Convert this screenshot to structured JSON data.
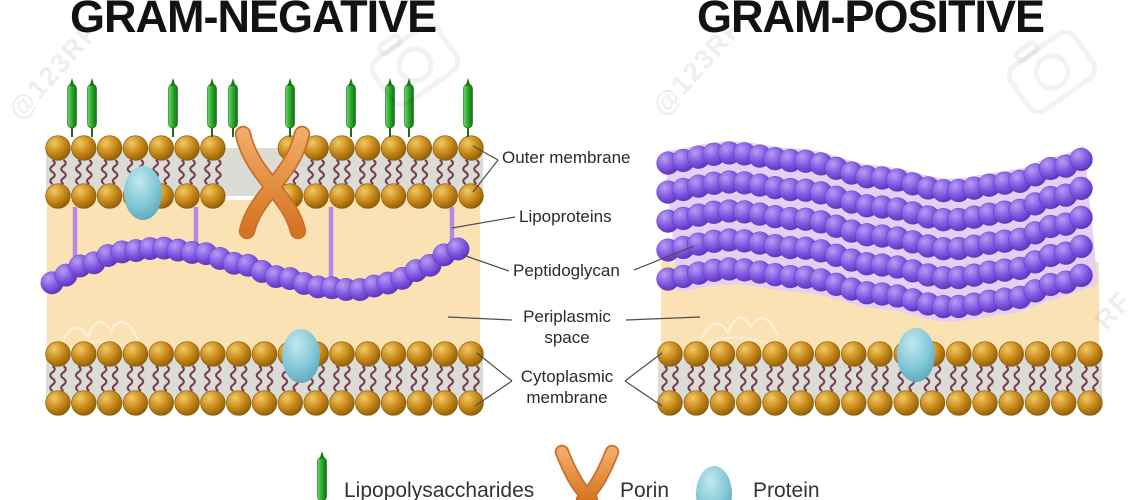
{
  "titles": {
    "left": "GRAM-NEGATIVE",
    "right": "GRAM-POSITIVE"
  },
  "labels": {
    "outer_membrane": "Outer membrane",
    "lipoproteins": "Lipoproteins",
    "peptidoglycan": "Peptidoglycan",
    "periplasmic_space": "Periplasmic space",
    "cytoplasmic_membrane": "Cytoplasmic membrane"
  },
  "legend": {
    "lipopolysaccharides": "Lipopolysaccharides",
    "porin": "Porin",
    "protein": "Protein",
    "icons": [
      "lps-rod-icon",
      "porin-x-icon",
      "protein-oval-icon"
    ]
  },
  "watermark": {
    "stock_text": "@123RF",
    "edge_text": "RF"
  },
  "colors": {
    "gold_hi": "#f2c964",
    "gold_mid": "#c8891a",
    "gold_edge": "#8f5c06",
    "tail": "#6e3048",
    "membrane_bg": "#dcdcd6",
    "peach": "#fbe2b5",
    "lavender": "#e3d0f4",
    "purple_hi": "#b79df5",
    "purple_mid": "#7d53e0",
    "purple_edge": "#5b34b8",
    "green_hi": "#6bd96b",
    "green_mid": "#2aa82a",
    "green_dk": "#156f15",
    "orange_hi": "#f2ab67",
    "orange_dk": "#d4741f",
    "teal_hi": "#c2e8f0",
    "teal_mid": "#7fc6d6",
    "teal_edge": "#5fa8ba",
    "lipoprotein": "#b18ae6",
    "connector": "#4c4c4c"
  }
}
